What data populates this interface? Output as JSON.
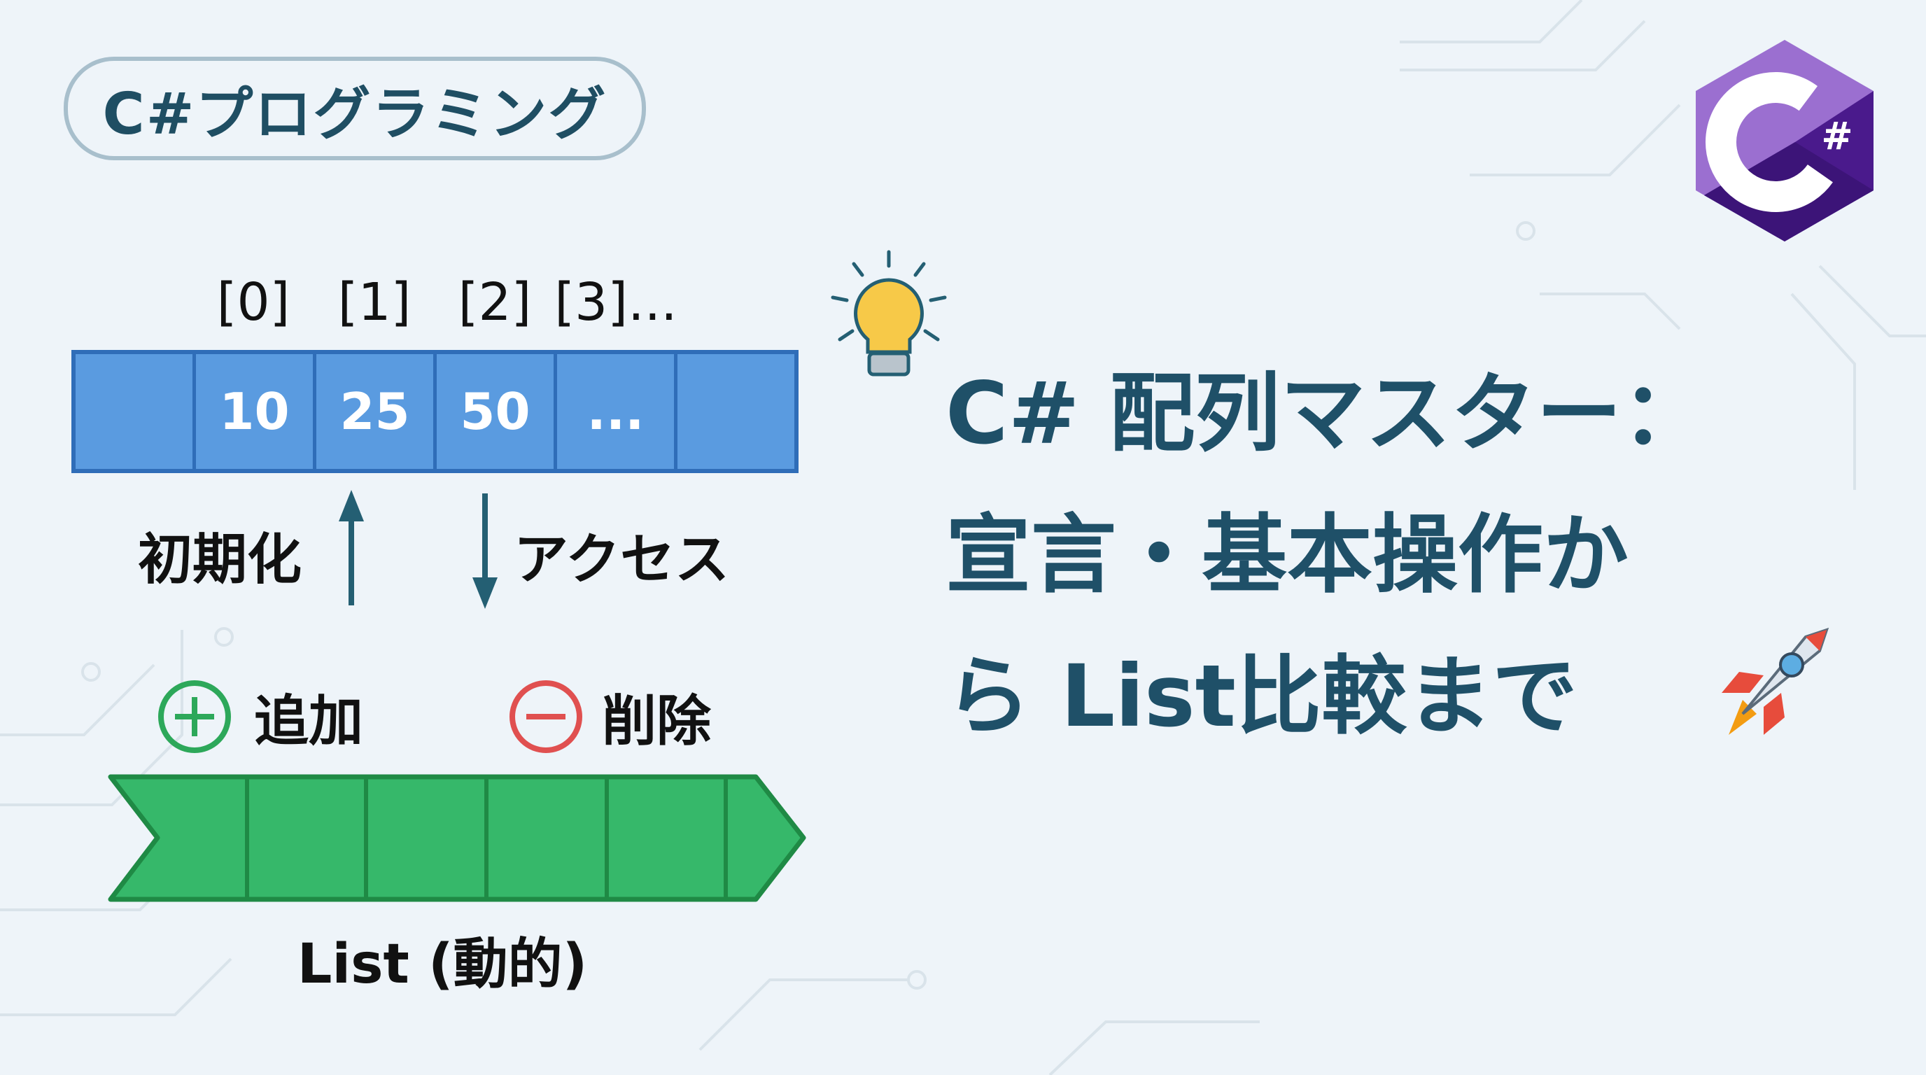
{
  "badge": {
    "label": "C#プログラミング"
  },
  "array": {
    "indices": [
      "[0]",
      "[1]",
      "[2]",
      "[3]..."
    ],
    "cells": [
      "",
      "10",
      "25",
      "50",
      "...",
      ""
    ],
    "fill_color": "#5a9be0",
    "border_color": "#2f6db8"
  },
  "operations": {
    "initialize": "初期化",
    "access": "アクセス",
    "add": "追加",
    "remove": "削除"
  },
  "list": {
    "label": "List (動的)",
    "fill_color": "#36b86a",
    "cell_count": 6
  },
  "title": {
    "lines": [
      "C# 配列マスター：",
      "宣言・基本操作か",
      "ら List比較まで"
    ]
  },
  "logo": {
    "text": "C#"
  },
  "colors": {
    "title": "#1f5068",
    "background": "#eef4f9",
    "add": "#2da85a",
    "remove": "#e05050",
    "logo": "#68217a"
  }
}
